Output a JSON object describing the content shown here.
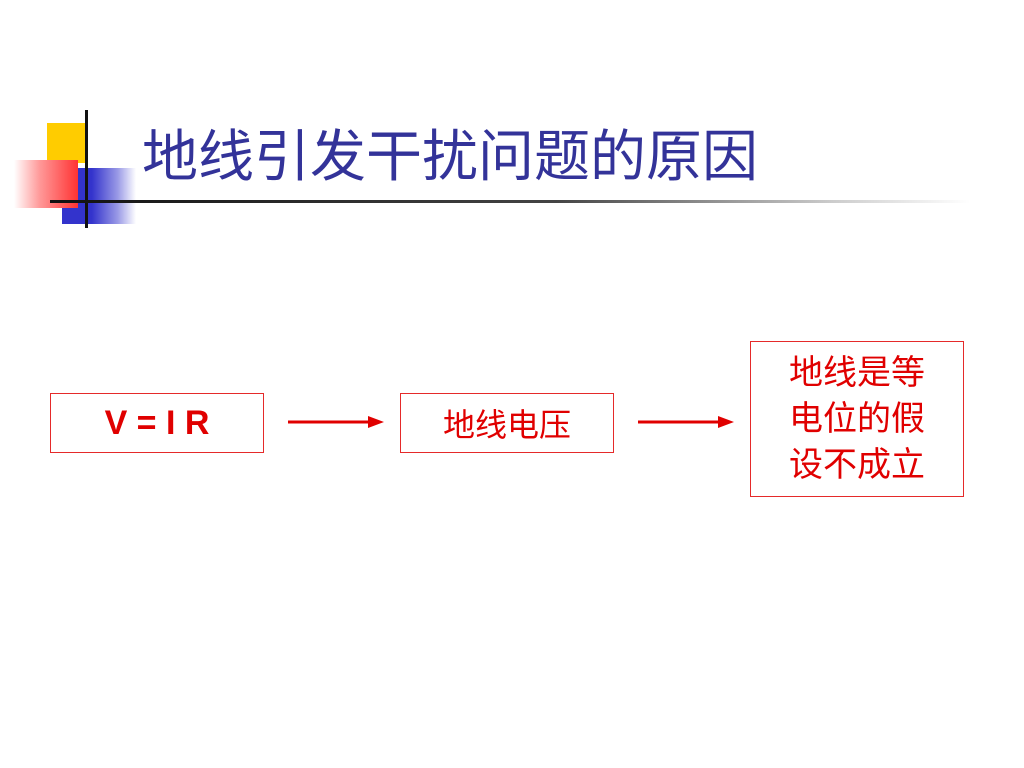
{
  "slide": {
    "title": "地线引发干扰问题的原因"
  },
  "flow": {
    "steps": [
      {
        "label": "V = I R"
      },
      {
        "label": "地线电压"
      },
      {
        "label": "地线是等电位的假设不成立"
      }
    ]
  },
  "colors": {
    "title": "#333399",
    "accent_red": "#e00000",
    "box_border": "#e52a2a",
    "deco_yellow": "#ffcc00",
    "deco_blue": "#3333cc"
  },
  "icons": {
    "connector": "right-arrow-icon"
  }
}
